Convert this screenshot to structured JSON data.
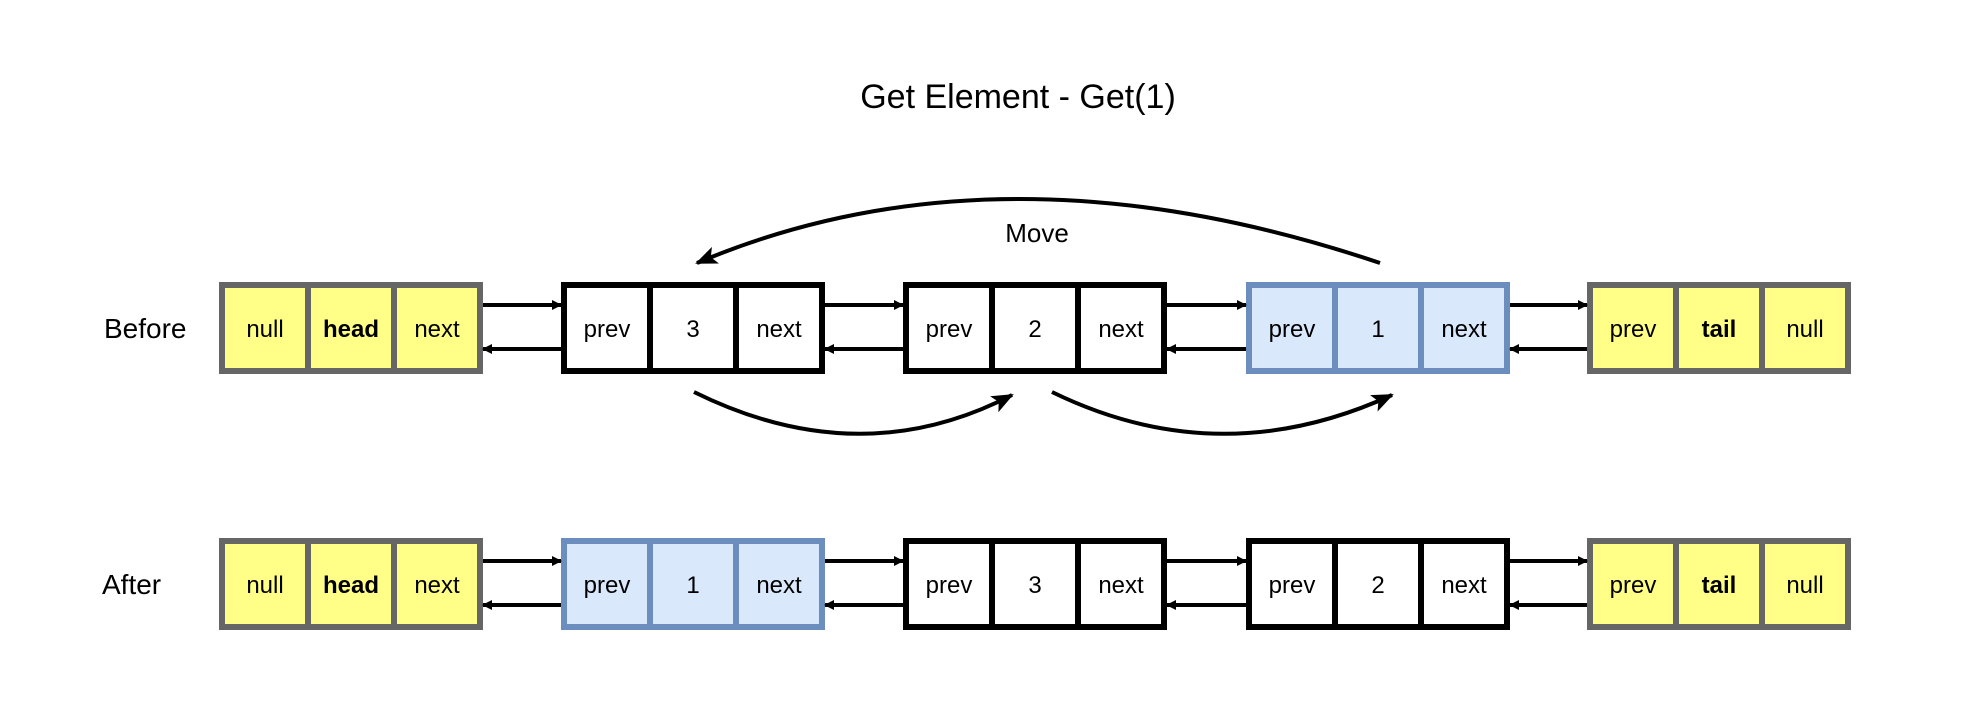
{
  "title": "Get Element - Get(1)",
  "move_label": "Move",
  "colors": {
    "sentinel_fill": "#ffff88",
    "sentinel_stroke": "#666666",
    "node_fill": "#ffffff",
    "node_stroke": "#000000",
    "highlight_fill": "#dae8fc",
    "highlight_stroke": "#6c8ebf",
    "arrow": "#000000"
  },
  "rows": [
    {
      "label": "Before",
      "nodes": [
        {
          "kind": "sentinel",
          "cells": [
            {
              "text": "null"
            },
            {
              "text": "head",
              "bold": true
            },
            {
              "text": "next"
            }
          ]
        },
        {
          "kind": "node",
          "cells": [
            {
              "text": "prev"
            },
            {
              "text": "3"
            },
            {
              "text": "next"
            }
          ]
        },
        {
          "kind": "node",
          "cells": [
            {
              "text": "prev"
            },
            {
              "text": "2"
            },
            {
              "text": "next"
            }
          ]
        },
        {
          "kind": "highlight",
          "cells": [
            {
              "text": "prev"
            },
            {
              "text": "1"
            },
            {
              "text": "next"
            }
          ]
        },
        {
          "kind": "sentinel",
          "cells": [
            {
              "text": "prev"
            },
            {
              "text": "tail",
              "bold": true
            },
            {
              "text": "null"
            }
          ]
        }
      ]
    },
    {
      "label": "After",
      "nodes": [
        {
          "kind": "sentinel",
          "cells": [
            {
              "text": "null"
            },
            {
              "text": "head",
              "bold": true
            },
            {
              "text": "next"
            }
          ]
        },
        {
          "kind": "highlight",
          "cells": [
            {
              "text": "prev"
            },
            {
              "text": "1"
            },
            {
              "text": "next"
            }
          ]
        },
        {
          "kind": "node",
          "cells": [
            {
              "text": "prev"
            },
            {
              "text": "3"
            },
            {
              "text": "next"
            }
          ]
        },
        {
          "kind": "node",
          "cells": [
            {
              "text": "prev"
            },
            {
              "text": "2"
            },
            {
              "text": "next"
            }
          ]
        },
        {
          "kind": "sentinel",
          "cells": [
            {
              "text": "prev"
            },
            {
              "text": "tail",
              "bold": true
            },
            {
              "text": "null"
            }
          ]
        }
      ]
    }
  ]
}
